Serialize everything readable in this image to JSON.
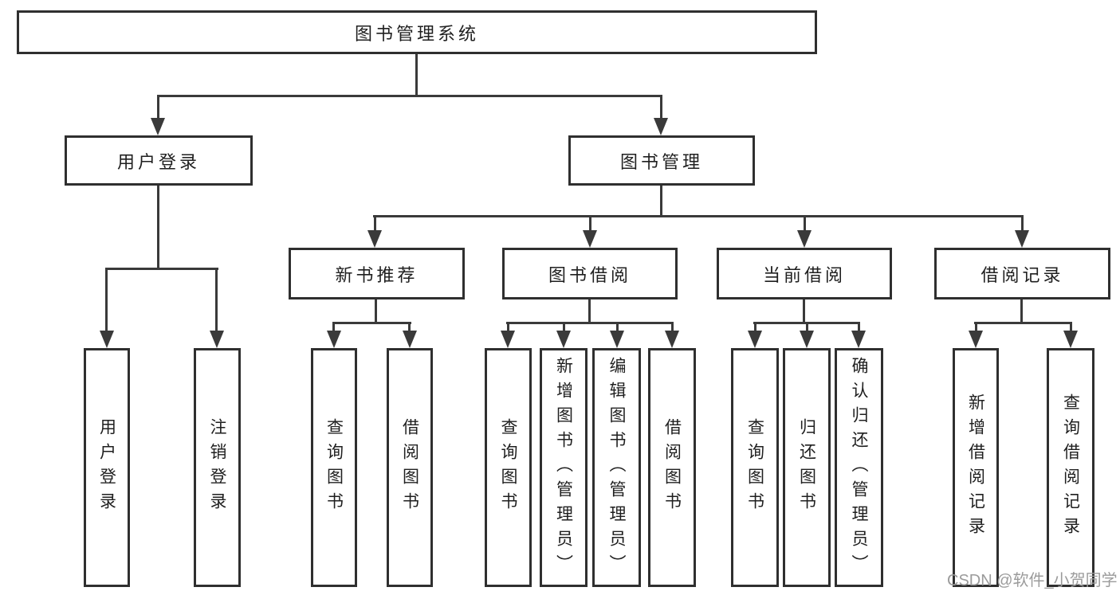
{
  "tree": {
    "root": {
      "label": "图书管理系统"
    },
    "branches": [
      {
        "label": "用户登录",
        "leaves": [
          {
            "label": "用户登录"
          },
          {
            "label": "注销登录"
          }
        ]
      },
      {
        "label": "图书管理",
        "groups": [
          {
            "label": "新书推荐",
            "leaves": [
              {
                "label": "查询图书"
              },
              {
                "label": "借阅图书"
              }
            ]
          },
          {
            "label": "图书借阅",
            "leaves": [
              {
                "label": "查询图书"
              },
              {
                "label": "新增图书（管理员）"
              },
              {
                "label": "编辑图书（管理员）"
              },
              {
                "label": "借阅图书"
              }
            ]
          },
          {
            "label": "当前借阅",
            "leaves": [
              {
                "label": "查询图书"
              },
              {
                "label": "归还图书"
              },
              {
                "label": "确认归还（管理员）"
              }
            ]
          },
          {
            "label": "借阅记录",
            "leaves": [
              {
                "label": "新增借阅记录"
              },
              {
                "label": "查询借阅记录"
              }
            ]
          }
        ]
      }
    ]
  },
  "watermark": {
    "text": "CSDN @软件_小贺同学"
  },
  "colors": {
    "line": "#3a3a3a",
    "box_border": "#2f2f2f",
    "box_fill": "#ffffff",
    "text": "#1f1f1f",
    "watermark": "#9b9b9b",
    "background": "#ffffff"
  }
}
